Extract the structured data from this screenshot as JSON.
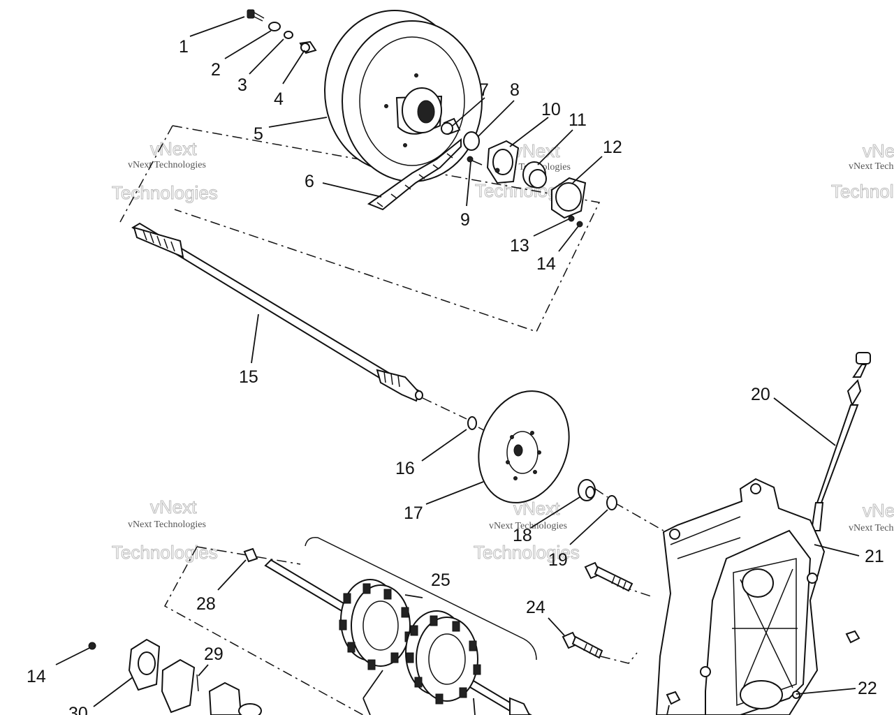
{
  "watermark": {
    "line1": "vNext",
    "line2": "vNext Technologies",
    "line3": "Technologies"
  },
  "callouts": [
    "1",
    "2",
    "3",
    "4",
    "5",
    "6",
    "7",
    "8",
    "9",
    "10",
    "11",
    "12",
    "13",
    "14",
    "15",
    "16",
    "17",
    "18",
    "19",
    "20",
    "21",
    "22",
    "24",
    "25",
    "28",
    "29",
    "14",
    "30"
  ]
}
